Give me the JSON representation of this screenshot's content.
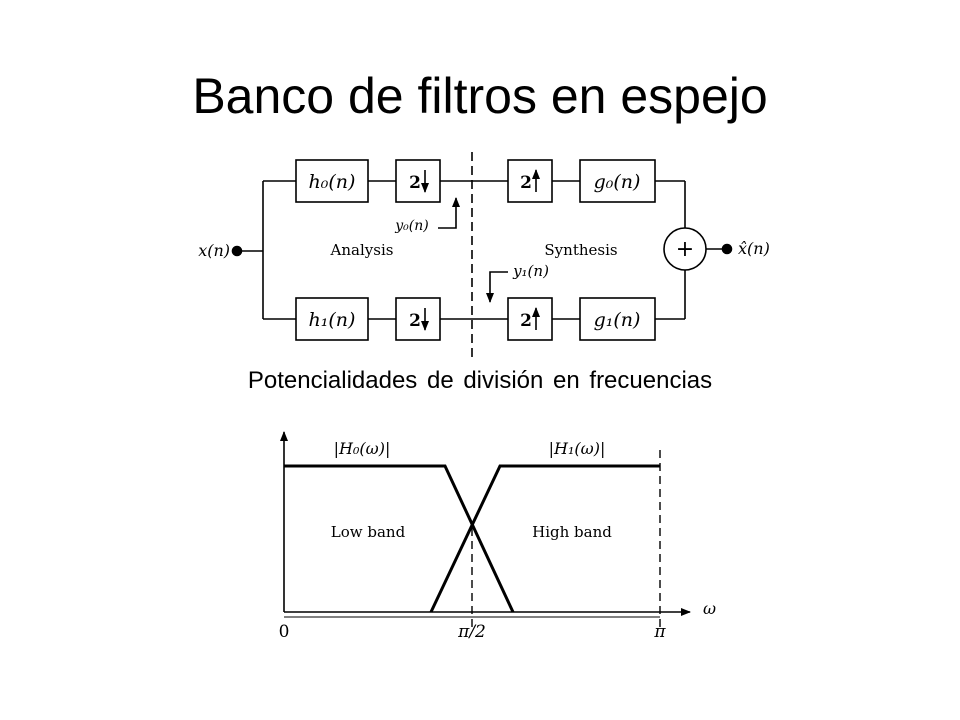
{
  "slide": {
    "title": "Banco de filtros en espejo",
    "subtitle": "Potencialidades de división en frecuencias"
  },
  "filter_bank": {
    "input": "x(n)",
    "output": "x̂(n)",
    "analysis_label": "Analysis",
    "synthesis_label": "Synthesis",
    "h0": "h₀(n)",
    "h1": "h₁(n)",
    "g0": "g₀(n)",
    "g1": "g₁(n)",
    "down": "2",
    "up": "2",
    "y0": "y₀(n)",
    "y1": "y₁(n)",
    "adder": "+"
  },
  "freq_plot": {
    "h0_label": "|H₀(ω)|",
    "h1_label": "|H₁(ω)|",
    "low_band": "Low band",
    "high_band": "High band",
    "x_axis": "ω",
    "tick_0": "0",
    "tick_mid": "π/2",
    "tick_pi": "π"
  },
  "colors": {
    "ink": "#000000",
    "background": "#ffffff"
  }
}
